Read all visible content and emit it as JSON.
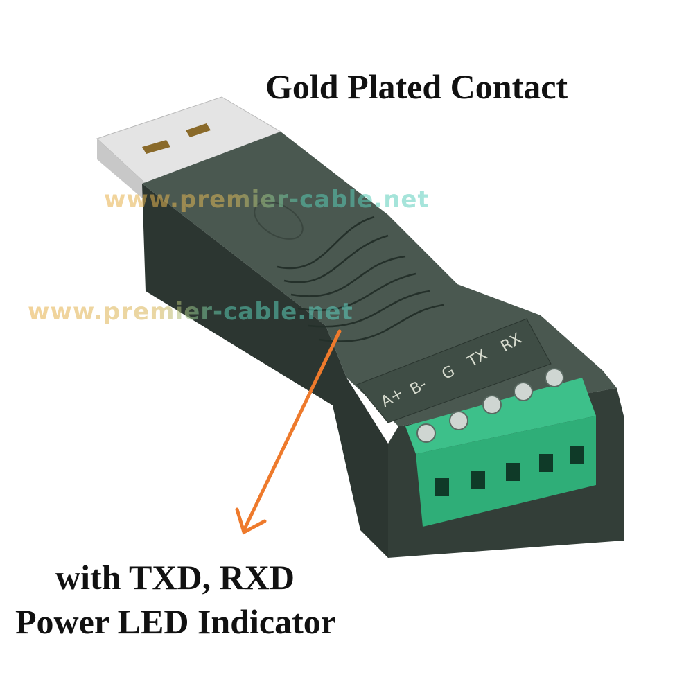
{
  "captions": {
    "top": "Gold Plated Contact",
    "bottom_line1": "with TXD, RXD",
    "bottom_line2": "Power LED Indicator"
  },
  "watermark": "www.premier-cable.net",
  "terminal_labels": [
    "A+",
    "B-",
    "G",
    "TX",
    "RX"
  ],
  "colors": {
    "arrow": "#ee7a2c",
    "terminal": "#2fae78",
    "housing": "#3e4a43"
  }
}
